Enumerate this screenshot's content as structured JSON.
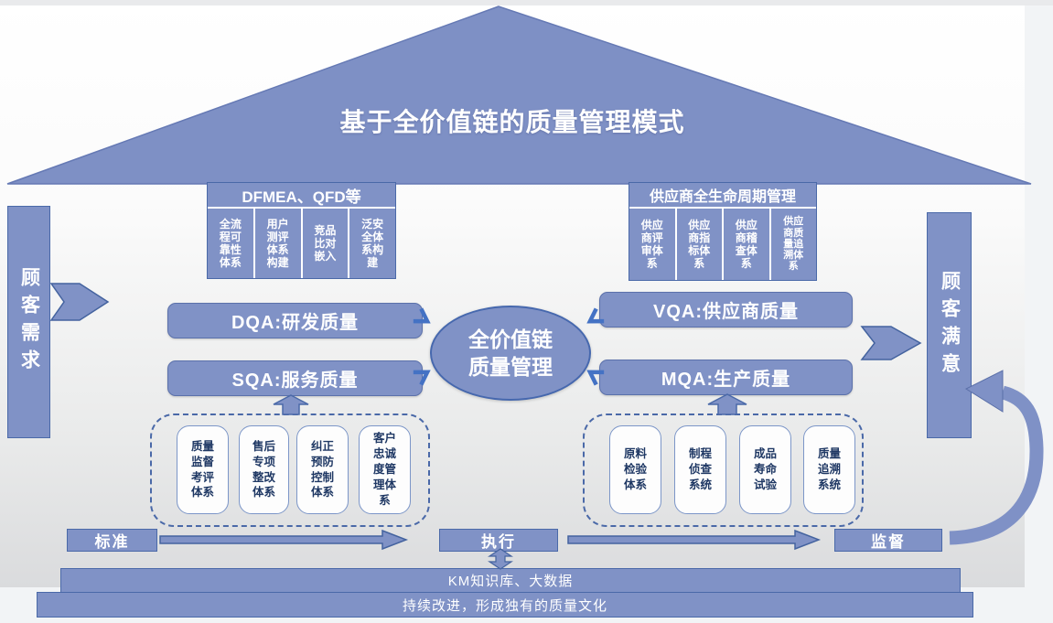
{
  "title": "基于全价值链的质量管理模式",
  "left_flow": {
    "label": "顾客需求"
  },
  "right_flow": {
    "label": "顾客满意"
  },
  "dfmea": {
    "header": "DFMEA、QFD等",
    "items": [
      "全流\n程可\n靠性\n体系",
      "用户\n测评\n体系\n构建",
      "竞品\n比对\n嵌入",
      "泛安\n全体\n系构\n建"
    ]
  },
  "supplier": {
    "header": "供应商全生命周期管理",
    "items": [
      "供应\n商评\n审体\n系",
      "供应\n商指\n标体\n系",
      "供应\n商稽\n查体\n系",
      "供应\n商质\n量追\n溯体\n系"
    ]
  },
  "qa": {
    "dqa": "DQA:研发质量",
    "sqa": "SQA:服务质量",
    "vqa": "VQA:供应商质量",
    "mqa": "MQA:生产质量"
  },
  "center": {
    "label": "全价值链\n质量管理"
  },
  "service_group": {
    "items": [
      "质量\n监督\n考评\n体系",
      "售后\n专项\n整改\n体系",
      "纠正\n预防\n控制\n体系",
      "客户\n忠诚\n度管\n理体\n系"
    ]
  },
  "production_group": {
    "items": [
      "原料\n检验\n体系",
      "制程\n侦查\n系统",
      "成品\n寿命\n试验",
      "质量\n追溯\n系统"
    ]
  },
  "flow_bar": {
    "standard": "标准",
    "execute": "执行",
    "supervise": "监督"
  },
  "foundation": {
    "km": "KM知识库、大数据",
    "culture": "持续改进，形成独有的质量文化"
  },
  "colors": {
    "primary_fill": "#8092C6",
    "primary_border": "#4A69A8",
    "roof_fill": "#7E90C5",
    "text_on_blue": "#FFFFFF",
    "box_text_dark": "#1F3864",
    "chevron_accent": "#4472C4"
  }
}
